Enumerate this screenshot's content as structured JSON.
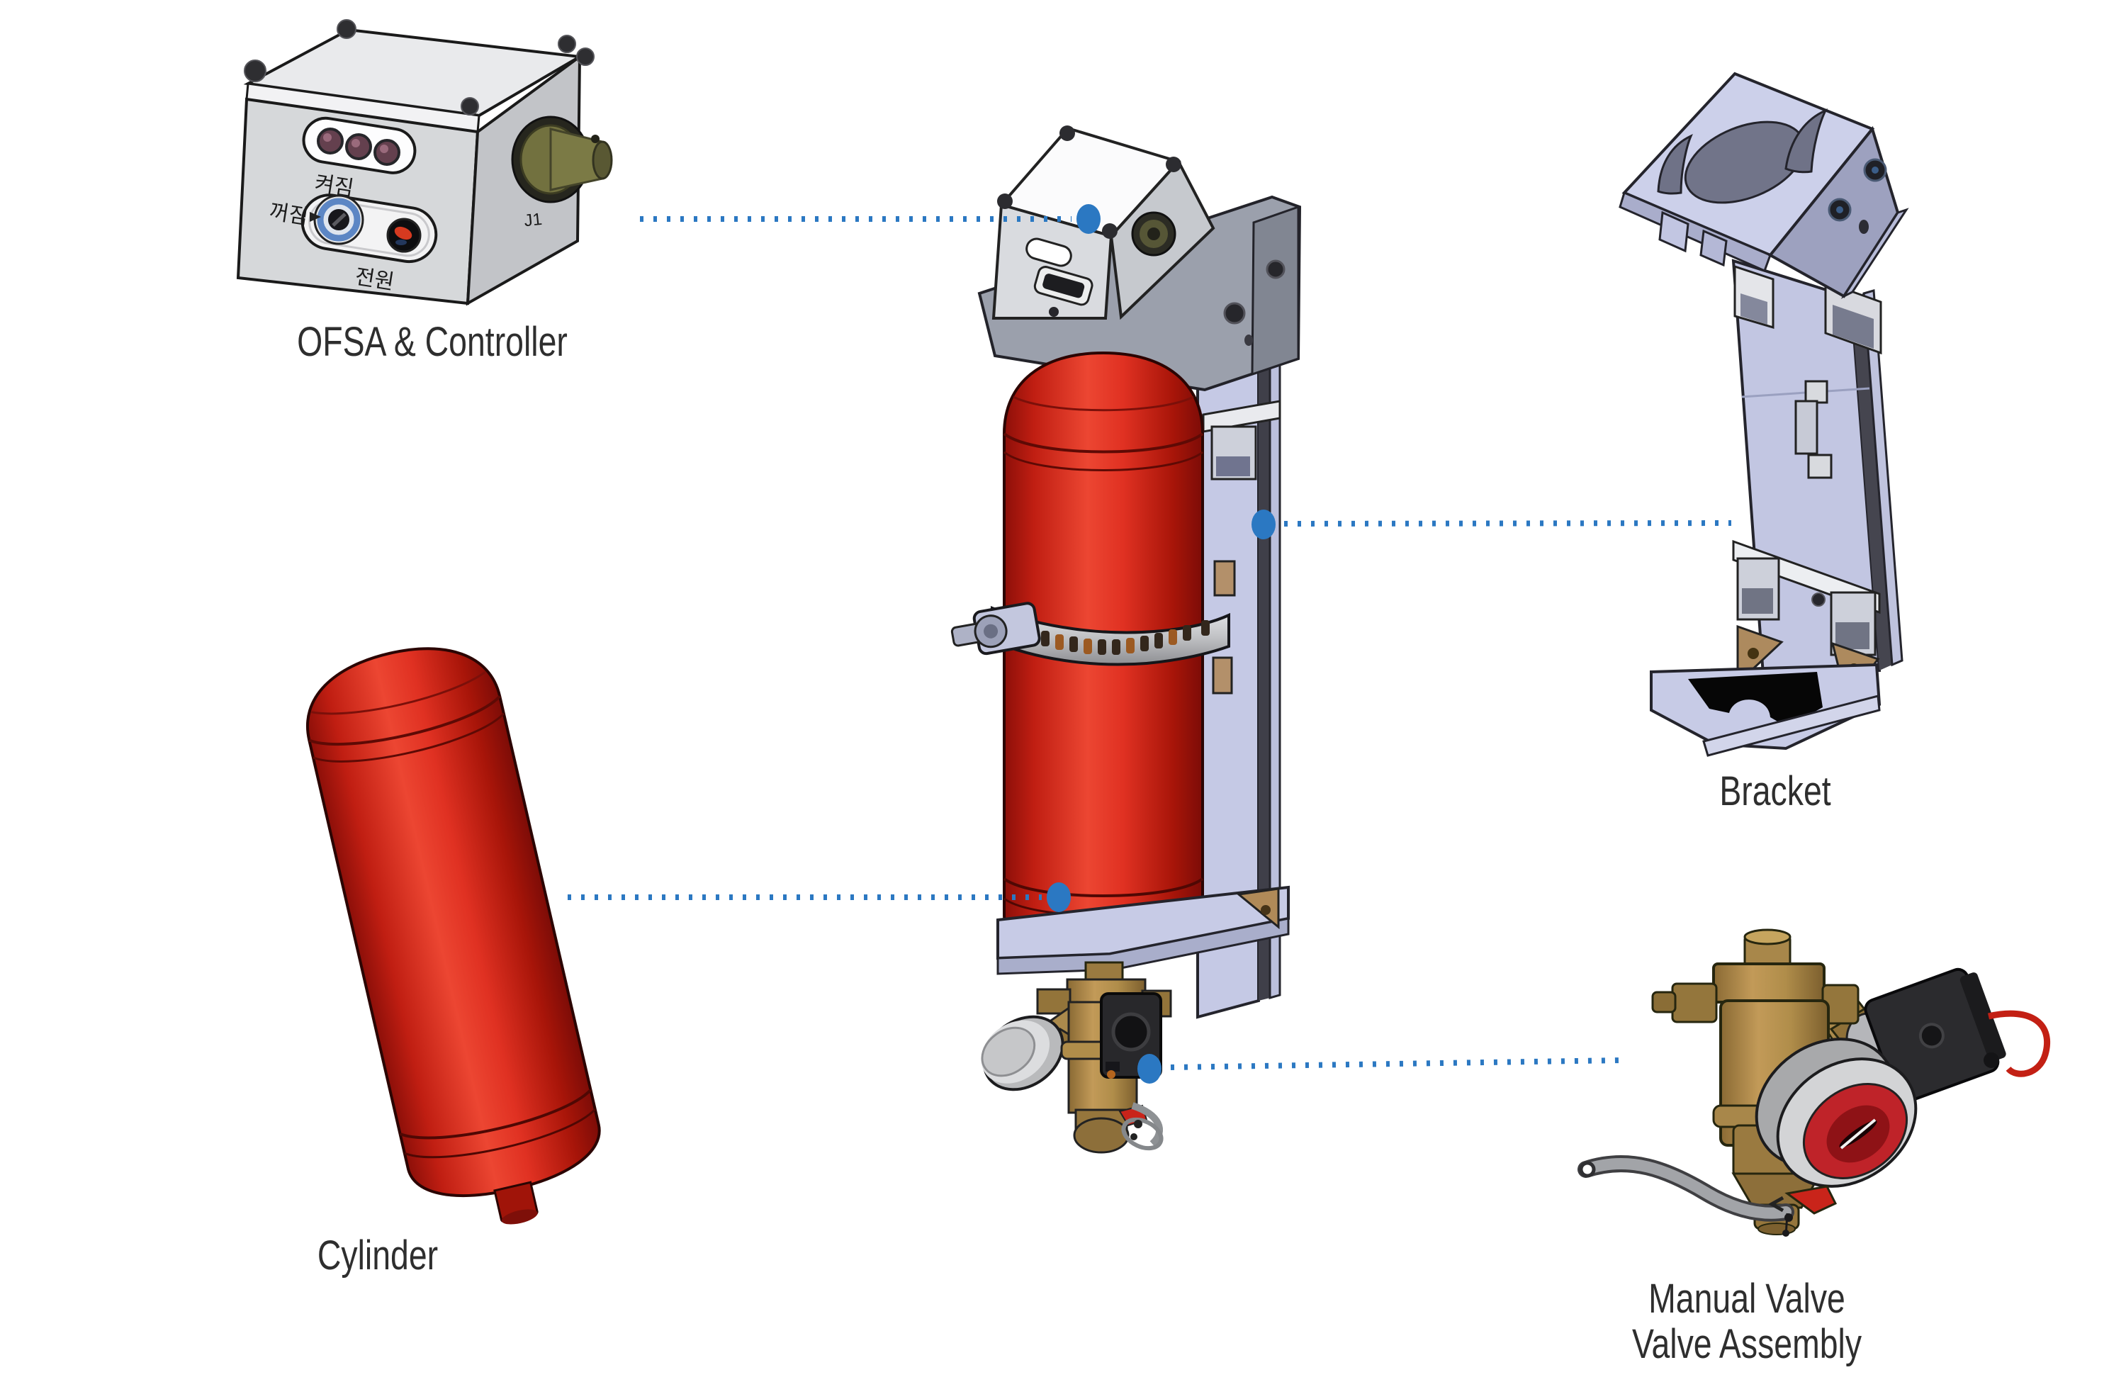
{
  "diagram": {
    "type": "exploded-parts-diagram",
    "background": "#ffffff",
    "accent_blue": "#2b78c2",
    "label_color": "#2e2e2e",
    "labels": {
      "ofsa_controller": "OFSA & Controller",
      "cylinder": "Cylinder",
      "bracket": "Bracket",
      "manual_valve_line1": "Manual Valve",
      "manual_valve_line2": "Valve Assembly"
    },
    "controller_markings": {
      "indicator_on": "켜짐",
      "indicator_off": "꺼짐",
      "power": "전원",
      "connector": "J1"
    },
    "connections": [
      {
        "from": "ofsa-controller-part",
        "to": "main-assembly-control-box"
      },
      {
        "from": "bracket-part",
        "to": "main-assembly-bracket-plate"
      },
      {
        "from": "cylinder-part",
        "to": "main-assembly-cylinder"
      },
      {
        "from": "manual-valve-part",
        "to": "main-assembly-valve"
      }
    ]
  }
}
